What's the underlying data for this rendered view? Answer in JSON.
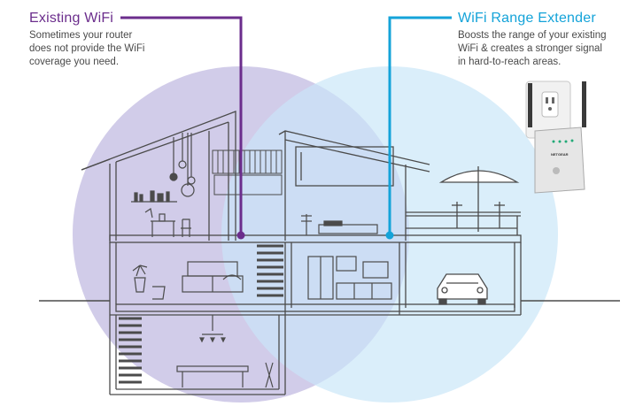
{
  "existing_wifi": {
    "title": "Existing WiFi",
    "description_lines": [
      "Sometimes your router",
      "does not provide the WiFi",
      "coverage you need."
    ]
  },
  "range_extender": {
    "title": "WiFi Range Extender",
    "description_lines": [
      "Boosts the range of your existing",
      "WiFi & creates a stronger signal",
      "in hard-to-reach areas."
    ]
  },
  "device": {
    "brand": "NETGEAR"
  },
  "colors": {
    "existing_wifi_accent": "#6b2d8c",
    "extender_accent": "#14a3d9",
    "existing_wifi_zone": "#d9c8e2",
    "extender_zone": "#d6ecf9",
    "overlap_zone": "#c4c6e4",
    "house_line": "#4b4b4b"
  },
  "icons": [
    "router-signal-dot",
    "extender-signal-dot",
    "patio-umbrella",
    "car",
    "pendant-lamp",
    "chandelier",
    "sofa",
    "bed",
    "kitchen-cabinets",
    "range-extender-device"
  ]
}
